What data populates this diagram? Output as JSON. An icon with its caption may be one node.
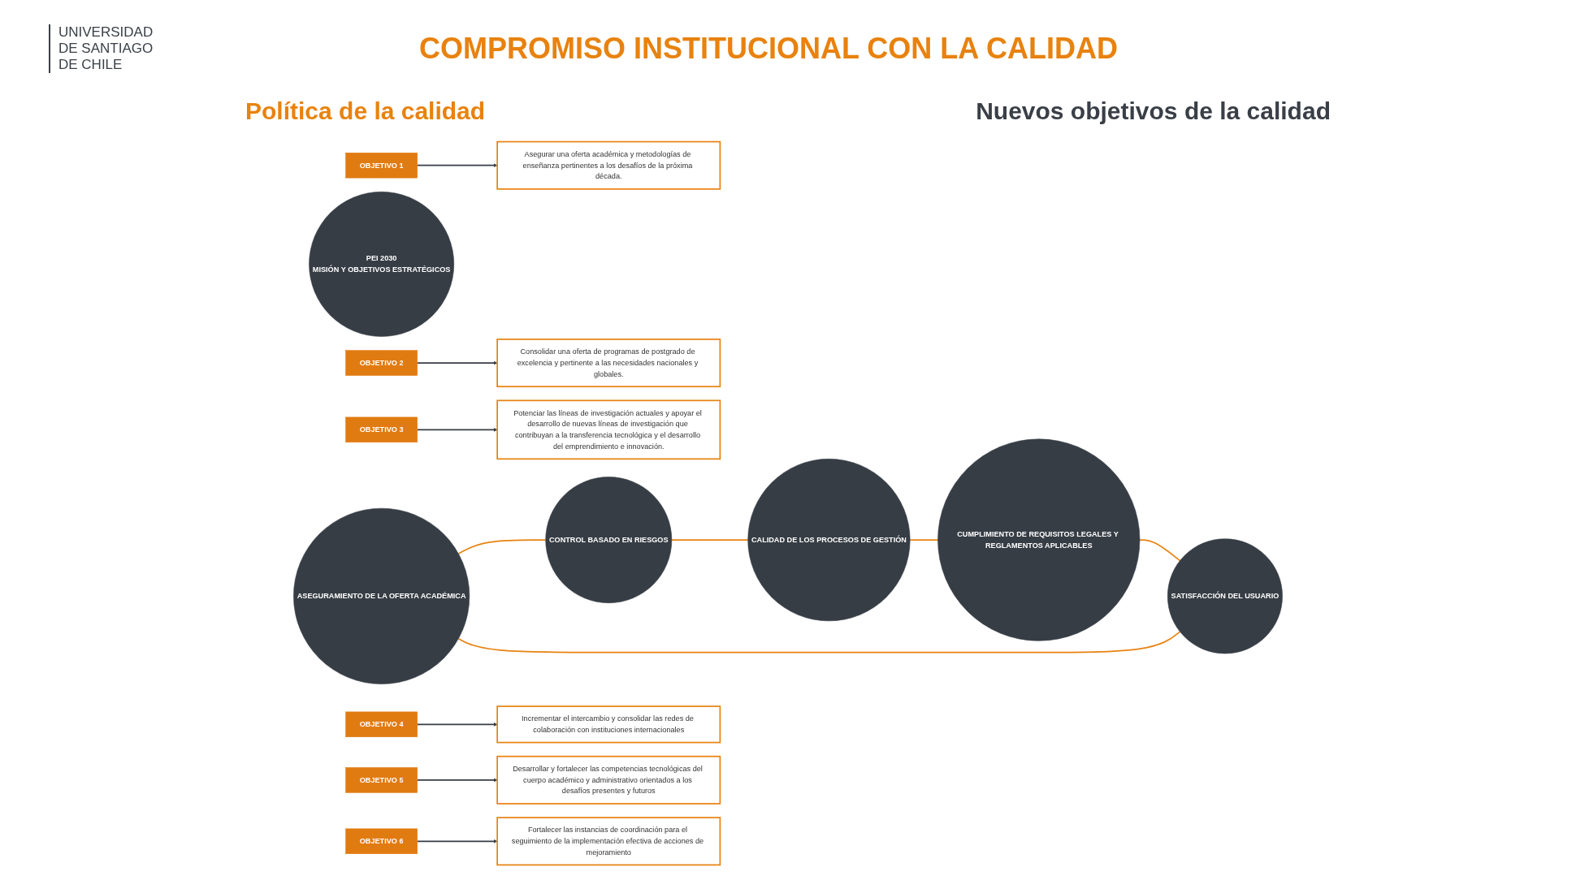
{
  "diagram": {
    "title": "COMPROMISO INSTITUCIONAL CON LA CALIDAD",
    "nodes": [
      {
        "text": [
          "ASEGURAMIENTO DE LA OFERTA ACADÉMICA"
        ]
      },
      {
        "text": [
          "CONTROL BASADO EN RIESGOS"
        ]
      },
      {
        "text": [
          "CALIDAD DE LOS PROCESOS DE GESTIÓN"
        ]
      },
      {
        "text": [
          "CUMPLIMIENTO DE REQUISITOS LEGALES Y REGLAMENTOS APLICABLES"
        ]
      },
      {
        "text": [
          "SATISFACCIÓN DEL USUARIO"
        ]
      },
      {
        "text": [
          "PEI 2030",
          "MISIÓN Y OBJETIVOS ESTRATÉGICOS"
        ]
      },
      {
        "text": [
          "OBJETIVO 1"
        ]
      },
      {
        "text": [
          "Asegurar una oferta académica y metodologías de enseñanza pertinentes a los desafíos de la próxima década."
        ]
      },
      {
        "text": [
          "OBJETIVO 2"
        ]
      },
      {
        "text": [
          "Consolidar una oferta de programas de postgrado de excelencia y pertinente a las necesidades nacionales y globales."
        ]
      },
      {
        "text": [
          "OBJETIVO 3"
        ]
      },
      {
        "text": [
          "Potenciar las líneas de investigación actuales y apoyar el desarrollo de nuevas líneas de investigación que contribuyan a la transferencia tecnológica y el desarrollo del emprendimiento e innovación."
        ]
      },
      {
        "text": [
          "OBJETIVO 4"
        ]
      },
      {
        "text": [
          "Incrementar el intercambio y consolidar las redes de colaboración con instituciones internacionales"
        ]
      },
      {
        "text": [
          "OBJETIVO 5"
        ]
      },
      {
        "text": [
          "Desarrollar y fortalecer las competencias tecnológicas del cuerpo académico y administrativo orientados a los desafíos presentes y futuros"
        ]
      },
      {
        "text": [
          "OBJETIVO 6"
        ]
      },
      {
        "text": [
          "Fortalecer las instancias de coordinación para el seguimiento de la implementación efectiva de acciones de mejoramiento"
        ]
      }
    ],
    "edges": [
      {
        "from": 0,
        "to": 1,
        "arrow": "none",
        "color": "#e8820f"
      },
      {
        "from": 1,
        "to": 2,
        "arrow": "none",
        "color": "#e8820f"
      },
      {
        "from": 2,
        "to": 3,
        "arrow": "none",
        "color": "#e8820f"
      },
      {
        "from": 3,
        "to": 4,
        "arrow": "none",
        "color": "#e8820f"
      },
      {
        "from": 4,
        "to": 0,
        "arrow": "none",
        "color": "#e8820f"
      },
      {
        "from": 6,
        "to": 7,
        "arrow": "to"
      },
      {
        "from": 8,
        "to": 9,
        "arrow": "to"
      },
      {
        "from": 10,
        "to": 11,
        "arrow": "to"
      },
      {
        "from": 12,
        "to": 13,
        "arrow": "to"
      },
      {
        "from": 14,
        "to": 15,
        "arrow": "to"
      },
      {
        "from": 16,
        "to": 17,
        "arrow": "to"
      }
    ],
    "labels": [
      "UNIVERSIDAD DE SANTIAGO DE CHILE",
      "Política de la calidad",
      "Nuevos objetivos de la calidad"
    ]
  }
}
